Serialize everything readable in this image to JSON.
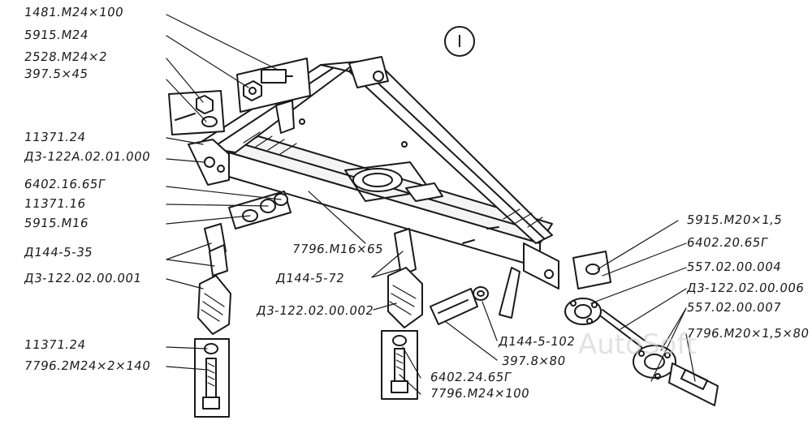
{
  "view_marker": "I",
  "watermark": "AutoSoft",
  "labels": {
    "l1481": "1481.M24×100",
    "l5915_24": "5915.M24",
    "l2528": "2528.M24×2",
    "l397_5": "397.5×45",
    "l11371_24_top": "11371.24",
    "lD3_122A": "Д3-122А.02.01.000",
    "l6402_16": "6402.16.65Г",
    "l11371_16": "11371.16",
    "l5915_16": "5915.M16",
    "lD144_35": "Д144-5-35",
    "lD3_001": "Д3-122.02.00.001",
    "l11371_24_bot": "11371.24",
    "l7796_2": "7796.2M24×2×140",
    "l7796_16": "7796.M16×65",
    "lD144_72": "Д144-5-72",
    "lD3_002": "Д3-122.02.00.002",
    "lD144_102": "Д144-5-102",
    "l397_8": "397.8×80",
    "l6402_24": "6402.24.65Г",
    "l7796_24": "7796.M24×100",
    "l5915_20": "5915.M20×1,5",
    "l6402_20": "6402.20.65Г",
    "l557_004": "557.02.00.004",
    "lD3_006": "Д3-122.02.00.006",
    "l557_007": "557.02.00.007",
    "l7796_20": "7796.M20×1,5×80"
  }
}
